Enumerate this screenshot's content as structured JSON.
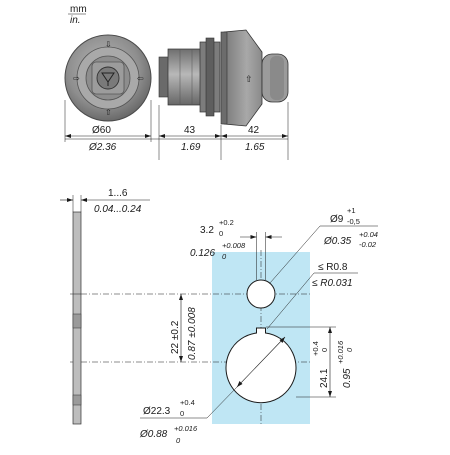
{
  "units": {
    "metric": "mm",
    "imperial": "in."
  },
  "top_view": {
    "diameter_mm": "Ø60",
    "diameter_in": "Ø2.36",
    "depth_rear_mm": "43",
    "depth_rear_in": "1.69",
    "depth_front_mm": "42",
    "depth_front_in": "1.65"
  },
  "panel": {
    "thickness_mm": "1...6",
    "thickness_in": "0.04...0.24"
  },
  "cutout": {
    "key_width_mm": "3.2",
    "key_width_mm_tol_upper": "+0.2",
    "key_width_mm_tol_lower": "0",
    "key_width_in": "0.126",
    "key_width_in_tol_upper": "+0.008",
    "key_width_in_tol_lower": "0",
    "small_hole_mm": "Ø9",
    "small_hole_mm_tol_upper": "+1",
    "small_hole_mm_tol_lower": "-0,5",
    "small_hole_in": "Ø0.35",
    "small_hole_in_tol_upper": "+0.04",
    "small_hole_in_tol_lower": "-0.02",
    "radius_mm": "≤ R0.8",
    "radius_in": "≤ R0.031",
    "center_distance": "22  ±0.2",
    "center_distance_in": "0.87 ±0.008",
    "key_height_mm": "24.1",
    "key_height_mm_tol_upper": "+0.4",
    "key_height_mm_tol_lower": "0",
    "key_height_in": "0.95",
    "key_height_in_tol_upper": "+0.016",
    "key_height_in_tol_lower": "0",
    "large_hole_mm": "Ø22.3",
    "large_hole_mm_tol_upper": "+0.4",
    "large_hole_mm_tol_lower": "0",
    "large_hole_in": "Ø0.88",
    "large_hole_in_tol_upper": "+0.016",
    "large_hole_in_tol_lower": "0"
  },
  "colors": {
    "cutout_zone": "#bfe6f4",
    "body": "#8c8c8c",
    "body_light": "#b4b4b4",
    "body_dark": "#5e5e5e"
  }
}
